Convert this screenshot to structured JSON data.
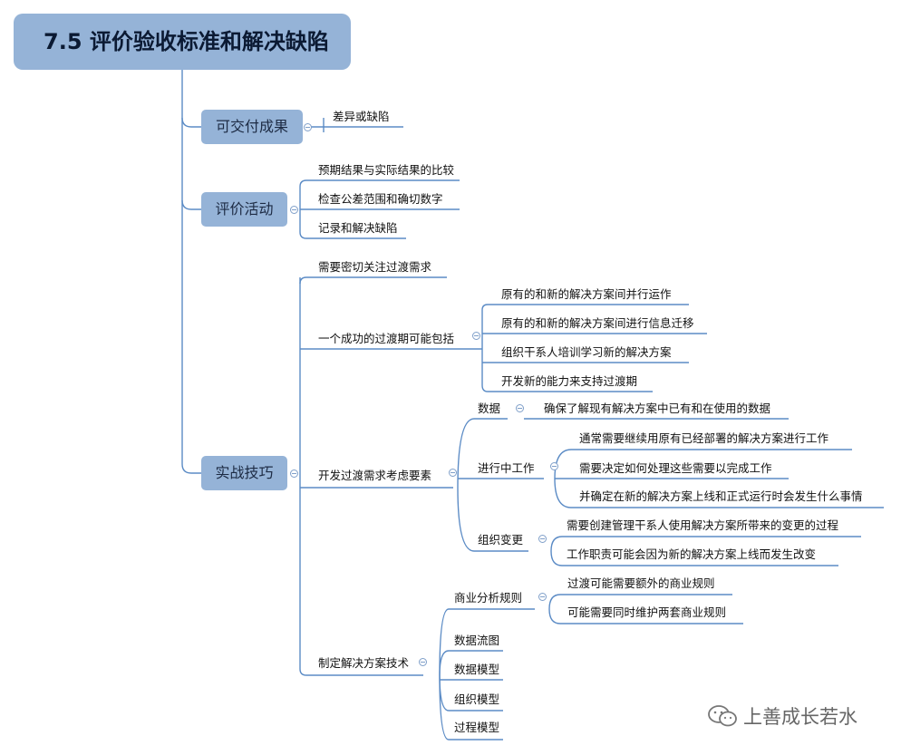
{
  "root": "7.5 评价验收标准和解决缺陷",
  "nodes": {
    "deliverables": {
      "label": "可交付成果",
      "items": [
        "差异或缺陷"
      ]
    },
    "evaluation": {
      "label": "评价活动",
      "items": [
        "预期结果与实际结果的比较",
        "检查公差范围和确切数字",
        "记录和解决缺陷"
      ]
    },
    "practice": {
      "label": "实战技巧",
      "focus": "需要密切关注过渡需求",
      "transition": {
        "label": "一个成功的过渡期可能包括",
        "items": [
          "原有的和新的解决方案间并行运作",
          "原有的和新的解决方案间进行信息迁移",
          "组织干系人培训学习新的解决方案",
          "开发新的能力来支持过渡期"
        ]
      },
      "factors": {
        "label": "开发过渡需求考虑要素",
        "data": {
          "label": "数据",
          "items": [
            "确保了解现有解决方案中已有和在使用的数据"
          ]
        },
        "ongoing": {
          "label": "进行中工作",
          "items": [
            "通常需要继续用原有已经部署的解决方案进行工作",
            "需要决定如何处理这些需要以完成工作",
            "并确定在新的解决方案上线和正式运行时会发生什么事情"
          ]
        },
        "org": {
          "label": "组织变更",
          "items": [
            "需要创建管理干系人使用解决方案所带来的变更的过程",
            "工作职责可能会因为新的解决方案上线而发生改变"
          ]
        }
      },
      "techniques": {
        "label": "制定解决方案技术",
        "business_rules": {
          "label": "商业分析规则",
          "items": [
            "过渡可能需要额外的商业规则",
            "可能需要同时维护两套商业规则"
          ]
        },
        "others": [
          "数据流图",
          "数据模型",
          "组织模型",
          "过程模型"
        ]
      }
    }
  },
  "watermark": "上善成长若水",
  "colors": {
    "node_fill": "#95B3D7",
    "line": "#5B8BC5"
  }
}
